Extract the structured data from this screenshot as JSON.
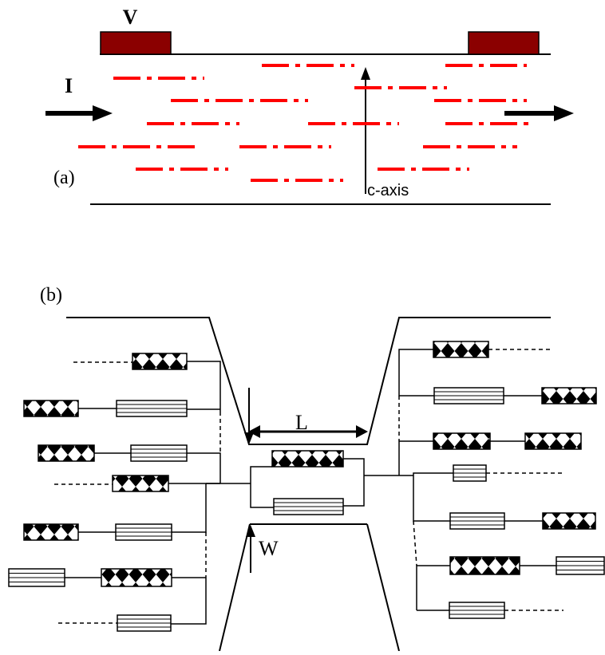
{
  "panel_a": {
    "label": "(a)",
    "voltage_label": "V",
    "current_label": "I",
    "axis_label": "c-axis",
    "contact_color": "#8b0000",
    "stripe_color": "#ff0000"
  },
  "panel_b": {
    "label": "(b)",
    "length_label": "L",
    "width_label": "W",
    "element_types": [
      "diamond-junction-element",
      "striped-junction-element"
    ]
  }
}
